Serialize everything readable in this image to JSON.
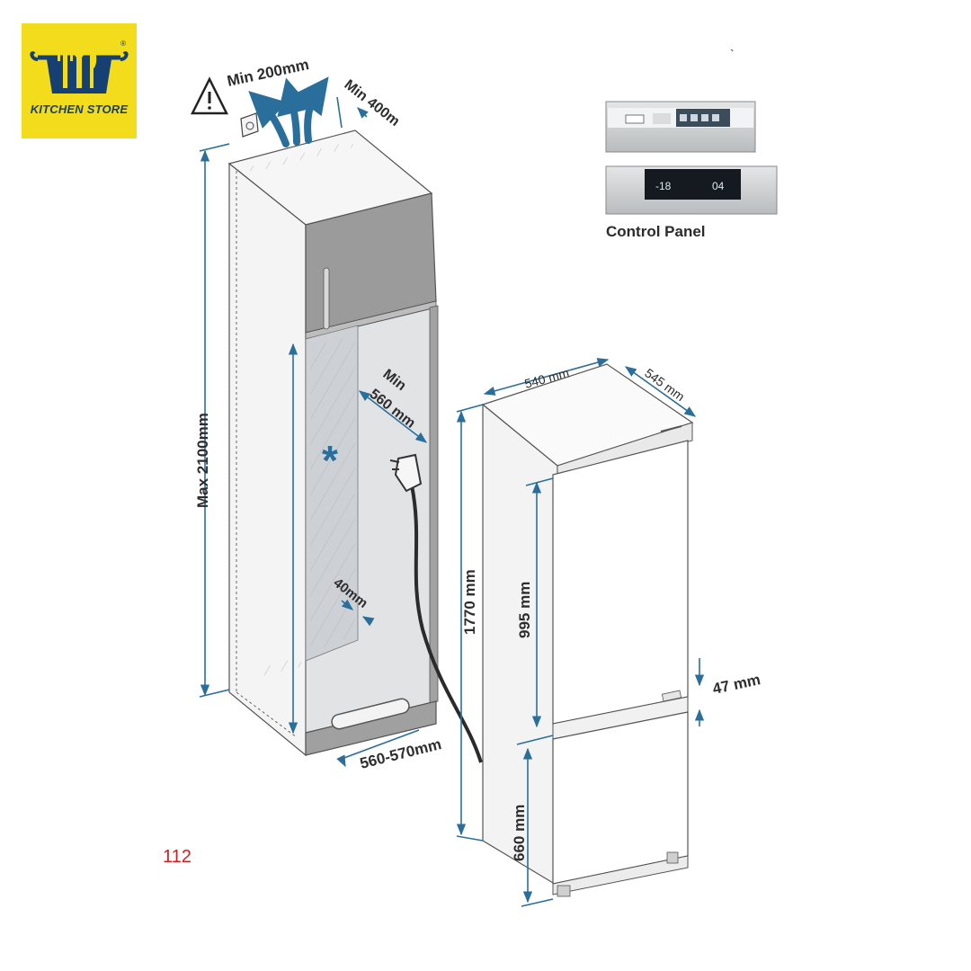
{
  "brand": {
    "name": "KITCHEN STORE",
    "registered": "®"
  },
  "control_panel": {
    "label": "Control Panel",
    "display_left": "-18",
    "display_right": "04"
  },
  "dimensions": {
    "vent_height": "Min 200mm",
    "vent_depth": "Min 400m",
    "niche_height": "Max 2100mm",
    "niche_depth": "Min 560 mm",
    "niche_depth_line1": "Min",
    "niche_depth_line2": "560 mm",
    "gap_back": "40mm",
    "niche_width": "560-570mm",
    "appliance_width": "540 mm",
    "appliance_depth": "545 mm",
    "appliance_height": "1770 mm",
    "upper_door": "995 mm",
    "door_gap": "47 mm",
    "lower_door": "660 mm"
  },
  "page_number": "112",
  "stray_mark": "`",
  "colors": {
    "dimension": "#2a6f9c",
    "brand_bg": "#f3dc1c",
    "brand_fg": "#163f74",
    "page_number": "#d21f1f"
  }
}
